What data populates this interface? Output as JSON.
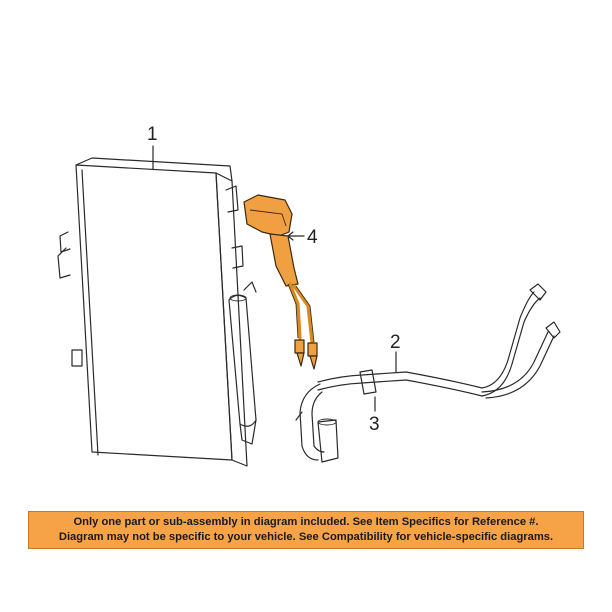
{
  "callouts": {
    "c1": "1",
    "c2": "2",
    "c3": "3",
    "c4": "4"
  },
  "notice": {
    "line1": "Only one part or sub-assembly in diagram included. See Item Specifics for Reference #.",
    "line2": "Diagram may not be specific to your vehicle. See Compatibility for vehicle-specific diagrams."
  },
  "colors": {
    "highlight": "#f0a040",
    "notice_bg": "#f5a346"
  }
}
